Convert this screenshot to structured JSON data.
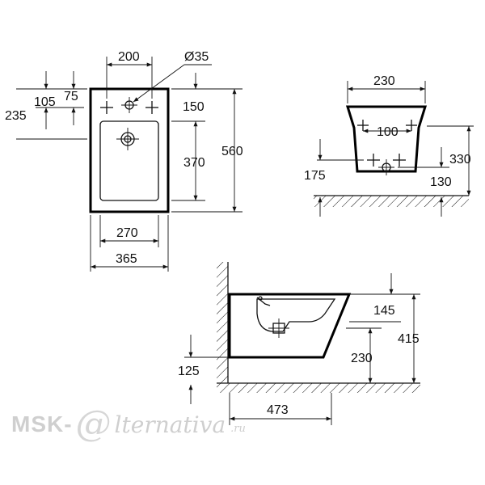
{
  "top_view": {
    "labels": {
      "d200": "200",
      "d35": "Ø35",
      "d105": "105",
      "d75": "75",
      "d235": "235",
      "d150": "150",
      "d370": "370",
      "d560": "560",
      "d270": "270",
      "d365": "365"
    }
  },
  "front_view": {
    "labels": {
      "d230": "230",
      "d100": "100",
      "d330": "330",
      "d175": "175",
      "d130": "130"
    }
  },
  "side_view": {
    "labels": {
      "d145": "145",
      "d415": "415",
      "d230": "230",
      "d125": "125",
      "d473": "473"
    }
  },
  "watermark": {
    "left": "MSK-",
    "at": "@",
    "right": "lternativa",
    "tld": ".ru"
  }
}
